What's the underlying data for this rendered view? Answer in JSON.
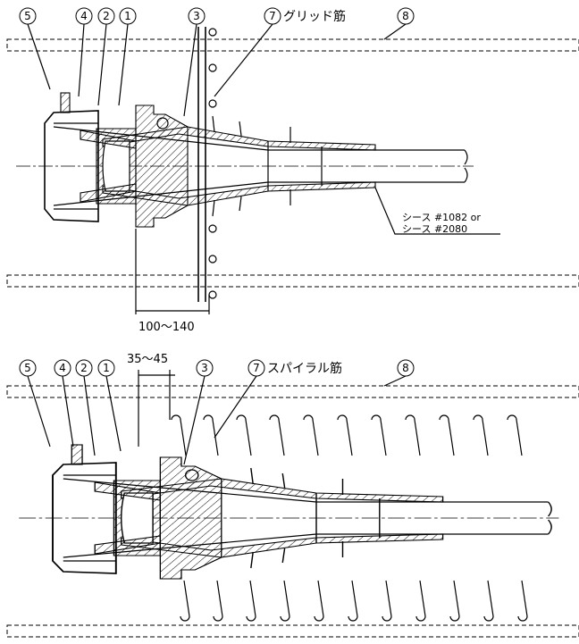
{
  "top": {
    "callouts": [
      "5",
      "4",
      "2",
      "1",
      "3",
      "7",
      "8"
    ],
    "grid_label": "グリッド筋",
    "dimension": "100〜140",
    "sheath_line1": "シース #1082 or",
    "sheath_line2": "シース #2080"
  },
  "bottom": {
    "callouts": [
      "5",
      "4",
      "2",
      "1",
      "3",
      "7",
      "8"
    ],
    "spiral_label": "スパイラル筋",
    "dimension": "35〜45"
  }
}
